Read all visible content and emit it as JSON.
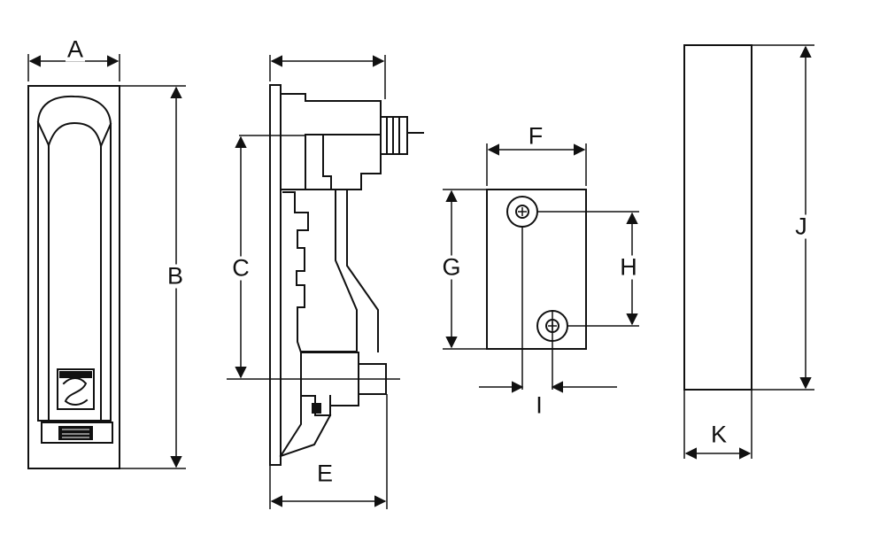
{
  "labels": {
    "A": "A",
    "B": "B",
    "C": "C",
    "E": "E",
    "F": "F",
    "G": "G",
    "H": "H",
    "I": "I",
    "J": "J",
    "K": "K"
  },
  "colors": {
    "line": "#111111",
    "background": "#ffffff"
  }
}
